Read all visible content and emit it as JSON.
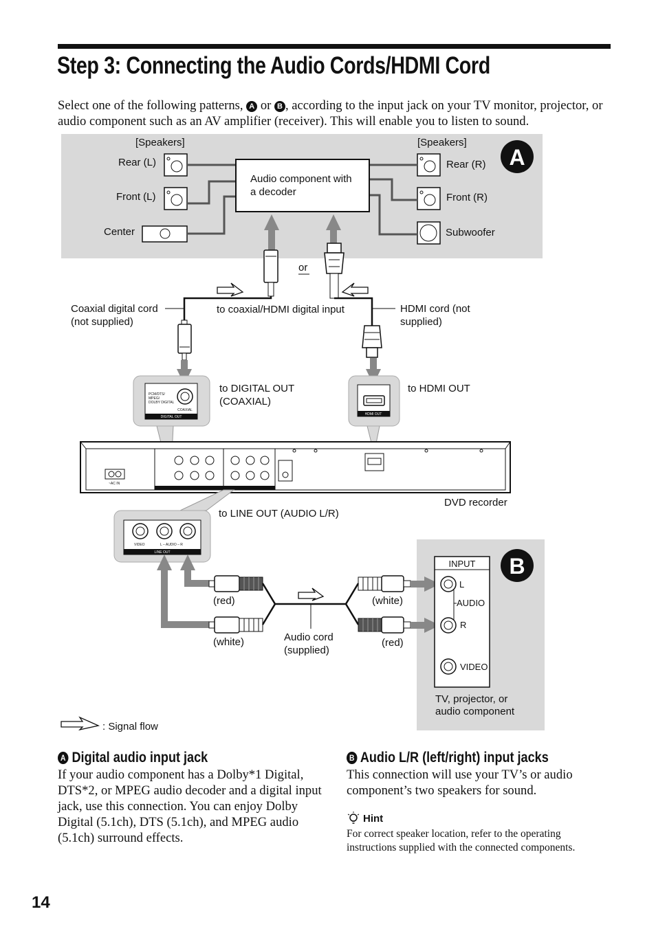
{
  "page": {
    "title": "Step 3: Connecting the Audio Cords/HDMI Cord",
    "number": "14"
  },
  "intro": {
    "part1": "Select one of the following patterns, ",
    "badge_a": "A",
    "or": " or ",
    "badge_b": "B",
    "part2": ", according to the input jack on your TV monitor, projector, or audio component such as an AV amplifier (receiver). This will enable you to listen to sound."
  },
  "diagram": {
    "speakers_left": "[Speakers]",
    "speakers_right": "[Speakers]",
    "rear_l": "Rear (L)",
    "front_l": "Front (L)",
    "center": "Center",
    "rear_r": "Rear (R)",
    "front_r": "Front (R)",
    "subwoofer": "Subwoofer",
    "audio_component_line1": "Audio component with",
    "audio_component_line2": "a decoder",
    "badge_a": "A",
    "badge_b": "B",
    "or": "or",
    "coaxial_cord_line1": "Coaxial digital cord",
    "coaxial_cord_line2": "(not supplied)",
    "to_coaxial_hdmi": "to coaxial/HDMI digital input",
    "hdmi_cord_line1": "HDMI cord (not",
    "hdmi_cord_line2": "supplied)",
    "to_digital_out_line1": "to DIGITAL OUT",
    "to_digital_out_line2": "(COAXIAL)",
    "to_hdmi_out": "to HDMI OUT",
    "dvd_recorder": "DVD recorder",
    "to_line_out": "to LINE OUT (AUDIO L/R)",
    "red_left": "(red)",
    "white_left": "(white)",
    "white_right": "(white)",
    "red_right": "(red)",
    "audio_cord_line1": "Audio cord",
    "audio_cord_line2": "(supplied)",
    "input": "INPUT",
    "jack_l": "L",
    "jack_audio": "AUDIO",
    "jack_r": "R",
    "jack_video": "VIDEO",
    "tv_line1": "TV, projector, or",
    "tv_line2": "audio component",
    "signal_flow": ": Signal flow",
    "panel": {
      "pcm_line1": "PCM/DTS/",
      "pcm_line2": "MPEG/",
      "pcm_line3": "DOLBY DIGITAL",
      "coaxial": "COAXIAL",
      "digital_out": "DIGITAL OUT",
      "hdmi_out": "HDMI OUT",
      "video": "VIDEO",
      "audio_lr": "L – AUDIO – R",
      "line_out": "LINE OUT",
      "ac_in": "~AC IN"
    }
  },
  "section_a": {
    "badge": "A",
    "heading": "Digital audio input jack",
    "text": "If your audio component has a Dolby*1 Digital, DTS*2, or MPEG audio decoder and a digital input jack, use this connection. You can enjoy Dolby Digital (5.1ch), DTS (5.1ch), and MPEG audio (5.1ch) surround effects."
  },
  "section_b": {
    "badge": "B",
    "heading": "Audio L/R (left/right) input jacks",
    "text": "This connection will use your TV’s or audio component’s two speakers for sound."
  },
  "hint": {
    "label": "Hint",
    "text": "For correct speaker location, refer to the operating instructions supplied with the connected components."
  }
}
